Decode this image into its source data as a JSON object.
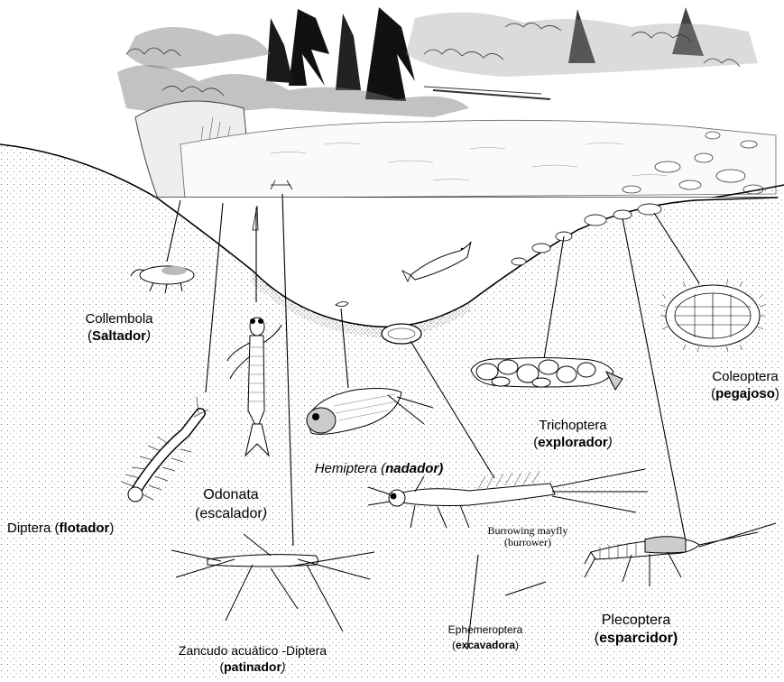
{
  "labels": {
    "collembola": {
      "name": "Collembola",
      "role": "Saltador",
      "close": ")"
    },
    "odonata": {
      "name": "Odonata",
      "role": "escalador",
      "close": ")"
    },
    "diptera_floater": {
      "name": "Diptera (",
      "role": "flotador",
      "close": ")"
    },
    "water_strider": {
      "name": "Zancudo acuático -Diptera",
      "role": "patinador",
      "close": ")"
    },
    "hemiptera": {
      "name": "Hemiptera (",
      "role": "nadador",
      "close": ")"
    },
    "trichoptera": {
      "name": "Trichoptera",
      "role": "explorador",
      "close": ")"
    },
    "coleoptera": {
      "name": "Coleoptera",
      "role": "pegajoso",
      "close": ")"
    },
    "ephemeroptera": {
      "name": "Ephemeroptera",
      "role": "excavadora",
      "close": ")"
    },
    "plecoptera": {
      "name": "Plecoptera",
      "role": "esparcidor",
      "close": ")"
    }
  },
  "figure_caption": {
    "line1": "Burrowing mayfly",
    "line2": "(burrower)"
  },
  "colors": {
    "ink": "#000000",
    "background": "#ffffff"
  }
}
